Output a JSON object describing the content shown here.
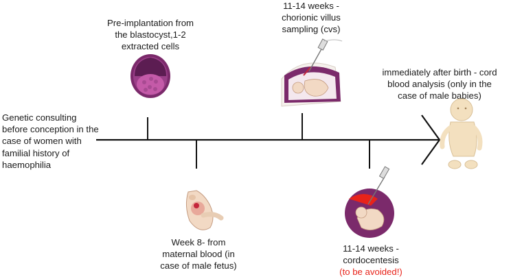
{
  "timeline": {
    "colors": {
      "line": "#111111",
      "warning": "#e8231a",
      "purple": "#7b2a6b",
      "tissue": "#f2d9c4"
    },
    "events": {
      "genetic_consulting": {
        "lines": [
          "Genetic consulting",
          "before conception in the",
          "case of women with",
          "familial history of",
          "haemophilia"
        ]
      },
      "pre_implantation": {
        "lines": [
          "Pre-implantation from",
          "the blastocyst,1-2",
          "extracted cells"
        ],
        "icon": "blastocyst-icon"
      },
      "week8": {
        "lines": [
          "Week 8- from",
          "maternal blood (in",
          "case of male fetus)"
        ],
        "icon": "embryo-icon"
      },
      "cvs": {
        "lines": [
          "11-14 weeks -",
          "chorionic villus",
          "sampling (cvs)"
        ],
        "icon": "cvs-procedure-icon"
      },
      "cordocentesis": {
        "lines": [
          "11-14 weeks -",
          "cordocentesis"
        ],
        "warning": "(to be avoided!)",
        "icon": "cordocentesis-icon"
      },
      "after_birth": {
        "lines": [
          "immediately after birth - cord",
          "blood analysis (only in the",
          "case of male babies)"
        ],
        "icon": "baby-icon"
      }
    }
  }
}
